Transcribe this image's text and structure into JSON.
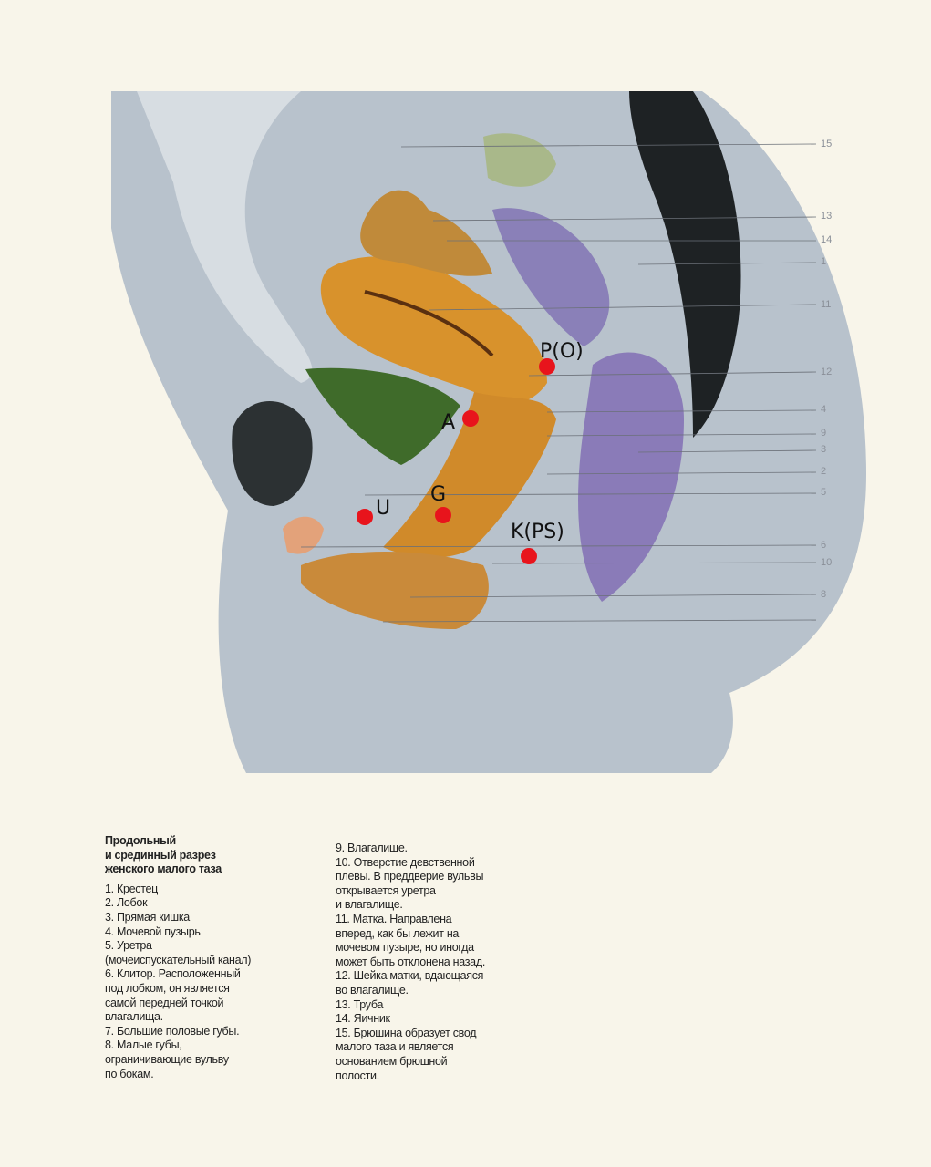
{
  "figure": {
    "callouts": [
      {
        "num": "15"
      },
      {
        "num": "13"
      },
      {
        "num": "14"
      },
      {
        "num": "1"
      },
      {
        "num": "11"
      },
      {
        "num": "12"
      },
      {
        "num": "4"
      },
      {
        "num": "9"
      },
      {
        "num": "3"
      },
      {
        "num": "2"
      },
      {
        "num": "5"
      },
      {
        "num": "6"
      },
      {
        "num": "10"
      },
      {
        "num": "8"
      }
    ],
    "markers": [
      {
        "label": "P(O)",
        "color": "#e8141c"
      },
      {
        "label": "A",
        "color": "#e8141c"
      },
      {
        "label": "U",
        "color": "#e8141c"
      },
      {
        "label": "G",
        "color": "#e8141c"
      },
      {
        "label": "K(PS)",
        "color": "#e8141c"
      }
    ]
  },
  "caption": {
    "title": "Продольный\nи срединный разрез\nженского малого таза",
    "left_items": [
      "1. Крестец",
      "2. Лобок",
      "3. Прямая кишка",
      "4. Мочевой пузырь",
      "5. Уретра\n(мочеиспускательный канал)",
      "6. Клитор. Расположенный\nпод лобком, он является\nсамой передней точкой\nвлагалища.",
      "7. Большие половые губы.",
      "8. Малые губы,\nограничивающие вульву\nпо бокам."
    ],
    "right_items": [
      "9. Влагалище.",
      "10. Отверстие девственной\nплевы. В преддверие вульвы\nоткрывается уретра\nи влагалище.",
      "11. Матка. Направлена\nвперед, как бы лежит на\nмочевом пузыре, но иногда\nможет быть отклонена назад.",
      "12. Шейка матки, вдающаяся\nво влагалище.",
      "13. Труба",
      "14. Яичник",
      "15. Брюшина образует свод\nмалого таза и является\nоснованием брюшной\nполости."
    ]
  }
}
